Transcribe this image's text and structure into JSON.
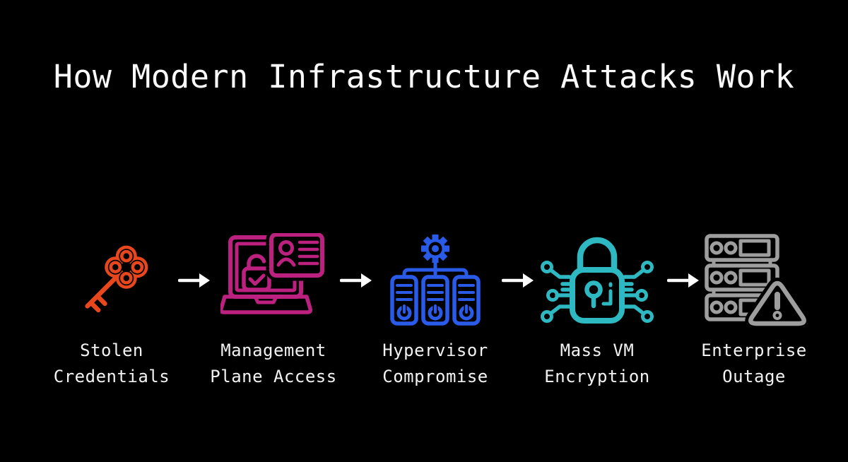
{
  "title": "How Modern Infrastructure Attacks Work",
  "background": "#000000",
  "text_color": "#F2F2F2",
  "arrows": {
    "count": 4,
    "color": "#FFFFFF",
    "direction": "right"
  },
  "stages": [
    {
      "name": "stolen-credentials",
      "icon": "key-icon",
      "color": "#E8471D",
      "lines": [
        "Stolen",
        "Credentials"
      ]
    },
    {
      "name": "management-plane-access",
      "icon": "laptop-id-card-icon",
      "color": "#BC2180",
      "lines": [
        "Management",
        "Plane Access"
      ]
    },
    {
      "name": "hypervisor-compromise",
      "icon": "servers-gear-icon",
      "color": "#2A5BE8",
      "lines": [
        "Hypervisor",
        "Compromise"
      ]
    },
    {
      "name": "mass-vm-encryption",
      "icon": "circuit-padlock-icon",
      "color": "#2EB8C2",
      "lines": [
        "Mass VM",
        "Encryption"
      ]
    },
    {
      "name": "enterprise-outage",
      "icon": "server-rack-alert-icon",
      "color": "#9E9E9E",
      "lines": [
        "Enterprise",
        "Outage"
      ]
    }
  ]
}
